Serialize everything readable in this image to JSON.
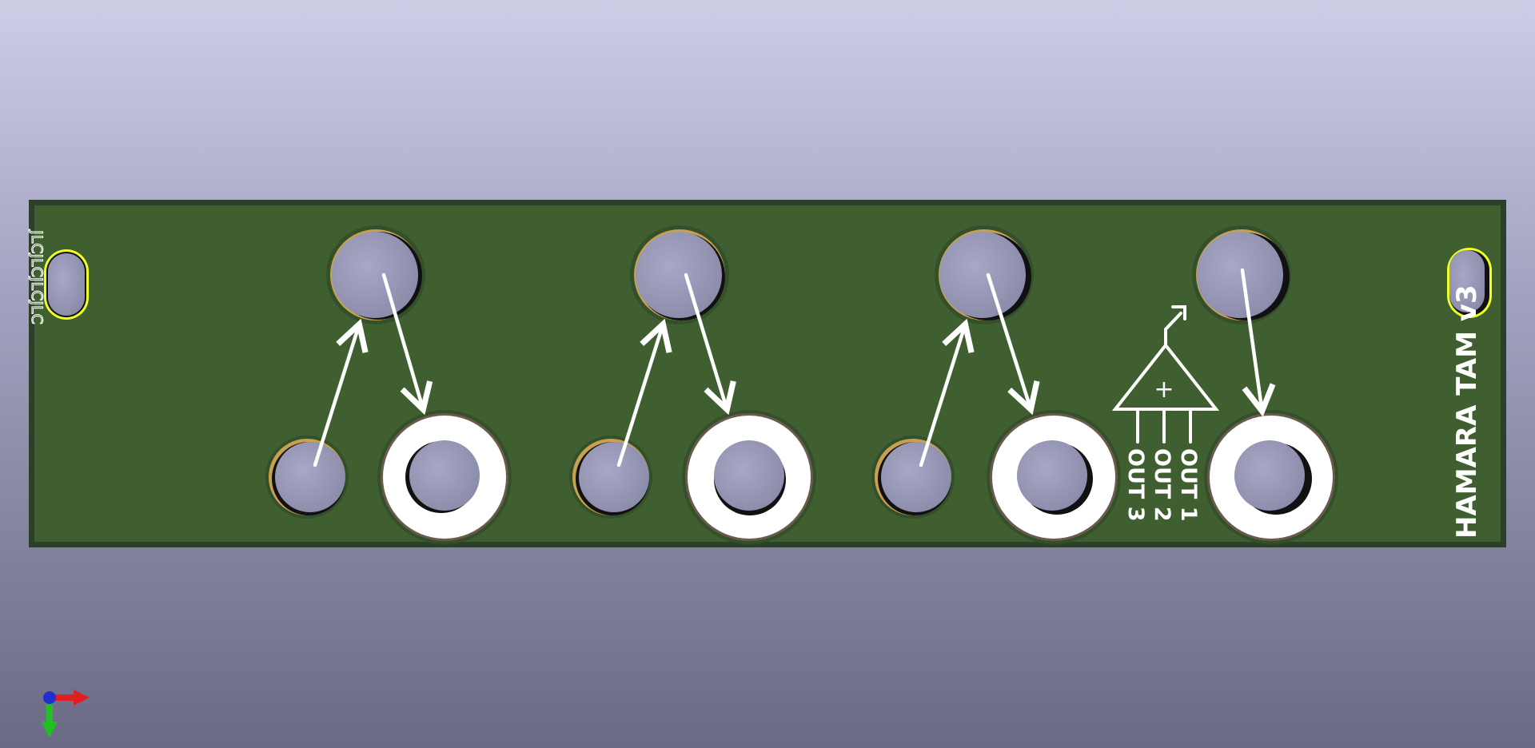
{
  "viewer": {
    "background_top": "#cdcde6",
    "background_bottom": "#6a6a84"
  },
  "board": {
    "title": "HAMARA TAM v3",
    "fab_code": "JLCJLCJLCJLC",
    "colors": {
      "solder_mask": "#3f5f30",
      "board_edge": "#2c3f2a",
      "silkscreen": "#ffffff",
      "pad_ring": "#ffffff",
      "drill": "#9c9cbc",
      "mounting_slot_outline": "#f0ff28"
    },
    "opamp_symbol": {
      "sign": "+",
      "outputs": [
        "OUT 1",
        "OUT 2",
        "OUT 3"
      ]
    },
    "columns": [
      {
        "name": "channel-1",
        "pot_hole": true,
        "led_hole": true,
        "jack": true
      },
      {
        "name": "channel-2",
        "pot_hole": true,
        "led_hole": true,
        "jack": true
      },
      {
        "name": "channel-3",
        "pot_hole": true,
        "led_hole": true,
        "jack": true
      },
      {
        "name": "mixer-out",
        "pot_hole": true,
        "led_hole": false,
        "jack": true
      }
    ]
  },
  "axis_gizmo": {
    "x_axis_color": "#e02020",
    "y_axis_color": "#20c020",
    "z_axis_color": "#2030d0"
  }
}
